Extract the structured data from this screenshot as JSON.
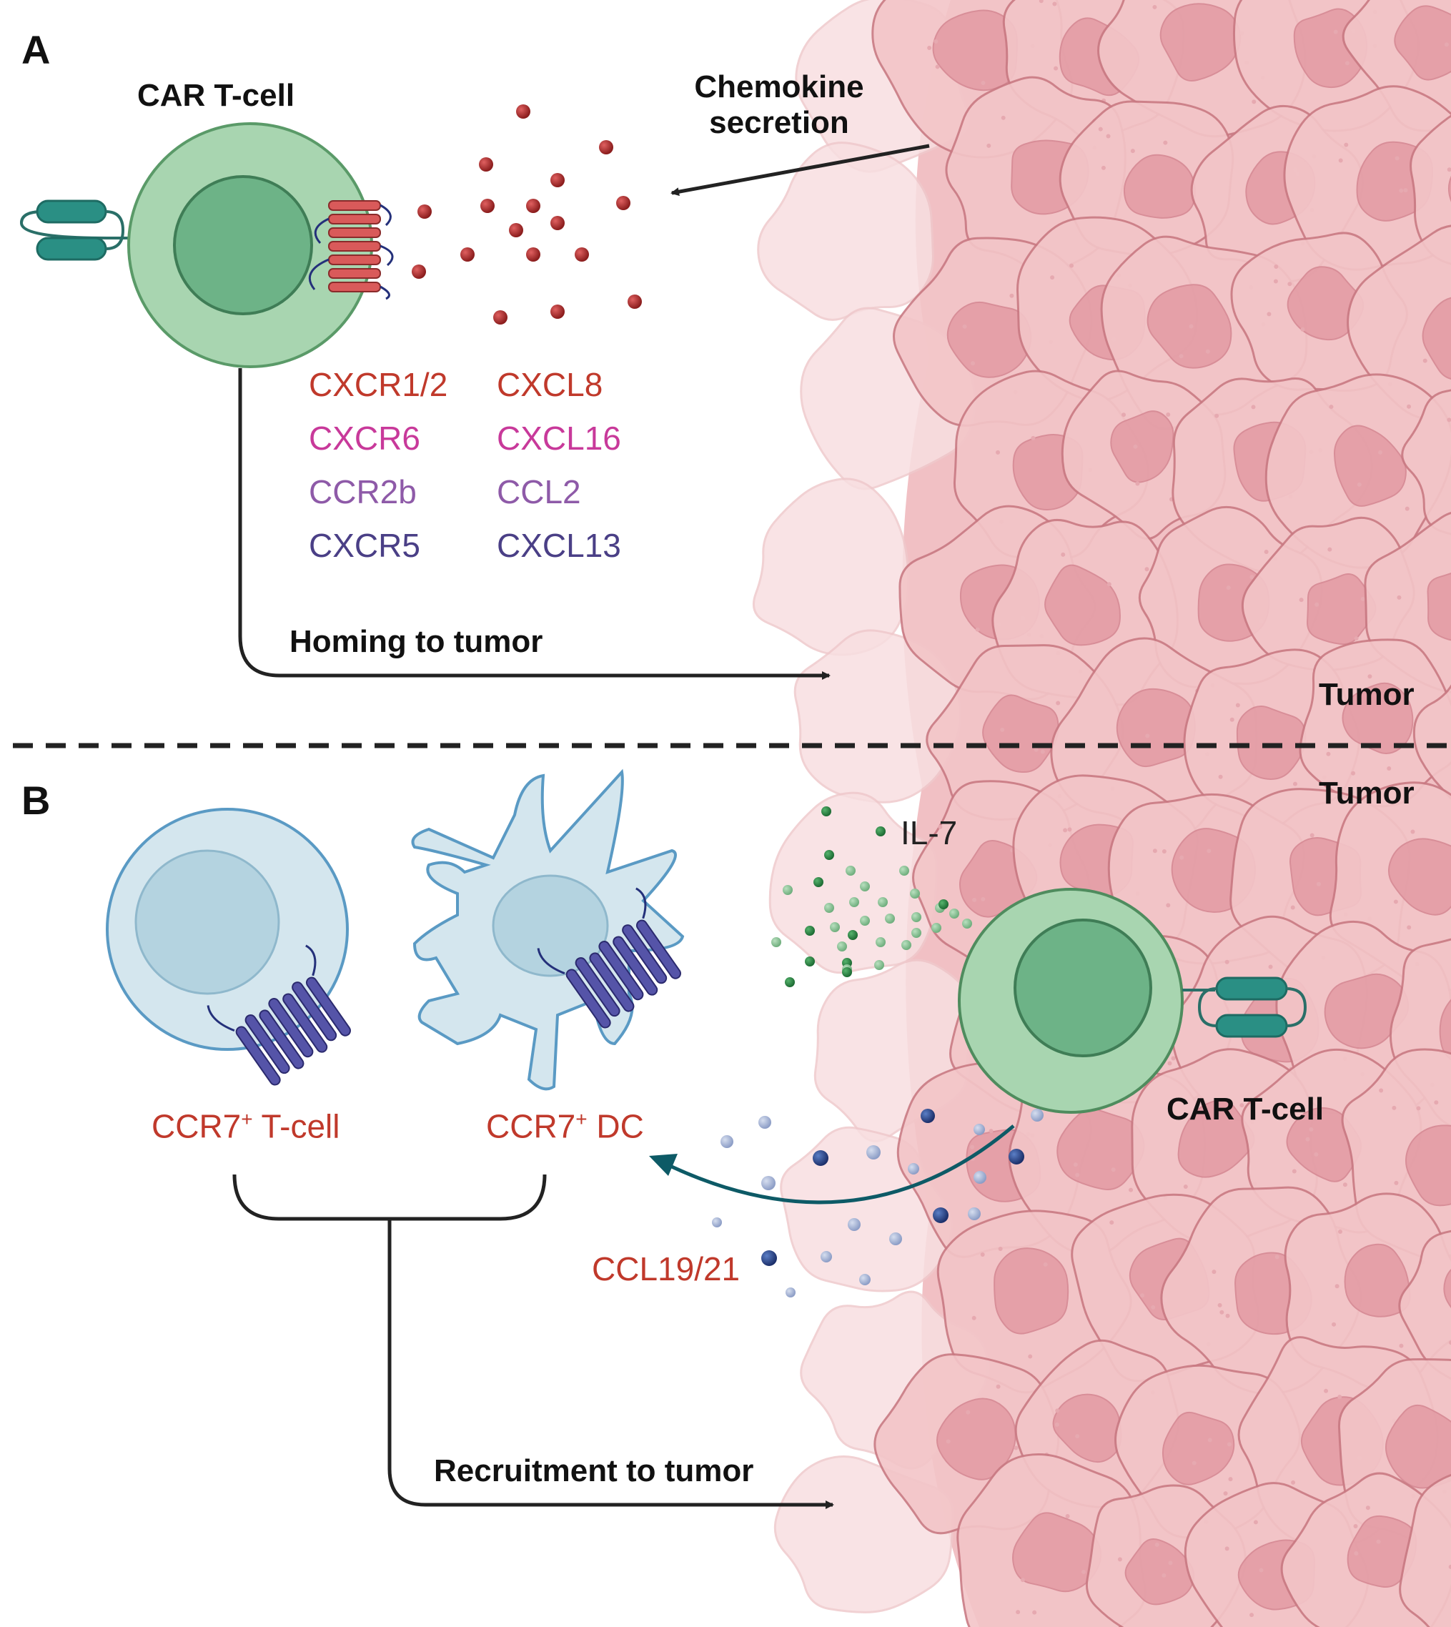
{
  "panel_a": {
    "letter": "A",
    "car_t_label": "CAR T-cell",
    "chemokine_label_line1": "Chemokine",
    "chemokine_label_line2": "secretion",
    "homing_label": "Homing to tumor",
    "tumor_label": "Tumor",
    "receptor_pairs": [
      {
        "receptor": "CXCR1/2",
        "ligand": "CXCL8",
        "color": "#c0392b"
      },
      {
        "receptor": "CXCR6",
        "ligand": "CXCL16",
        "color": "#c8399a"
      },
      {
        "receptor": "CCR2b",
        "ligand": "CCL2",
        "color": "#8e5aa8"
      },
      {
        "receptor": "CXCR5",
        "ligand": "CXCL13",
        "color": "#4a3f86"
      }
    ]
  },
  "panel_b": {
    "letter": "B",
    "tumor_label": "Tumor",
    "il7_label": "IL-7",
    "ccr7_t_cell": {
      "prefix": "CCR7",
      "sup": "+",
      "suffix": " T-cell"
    },
    "ccr7_dc": {
      "prefix": "CCR7",
      "sup": "+",
      "suffix": " DC"
    },
    "ccl_label": "CCL19/21",
    "car_t_label": "CAR T-cell",
    "recruitment_label": "Recruitment to tumor"
  },
  "colors": {
    "tumor_fill": "#f3c5c8",
    "tumor_edge": "#c97a83",
    "car_t_outer": "#a8d5b0",
    "car_t_inner": "#6db387",
    "car_domain": "#2a8f84",
    "chemokine_red": "#a82a2a",
    "il7_green": "#2e8b48",
    "ccl_blue": "#2b4a8c",
    "blue_cell": "#d4e6ee",
    "receptor_purple": "#4c4b9a",
    "label_red": "#c0392b"
  }
}
